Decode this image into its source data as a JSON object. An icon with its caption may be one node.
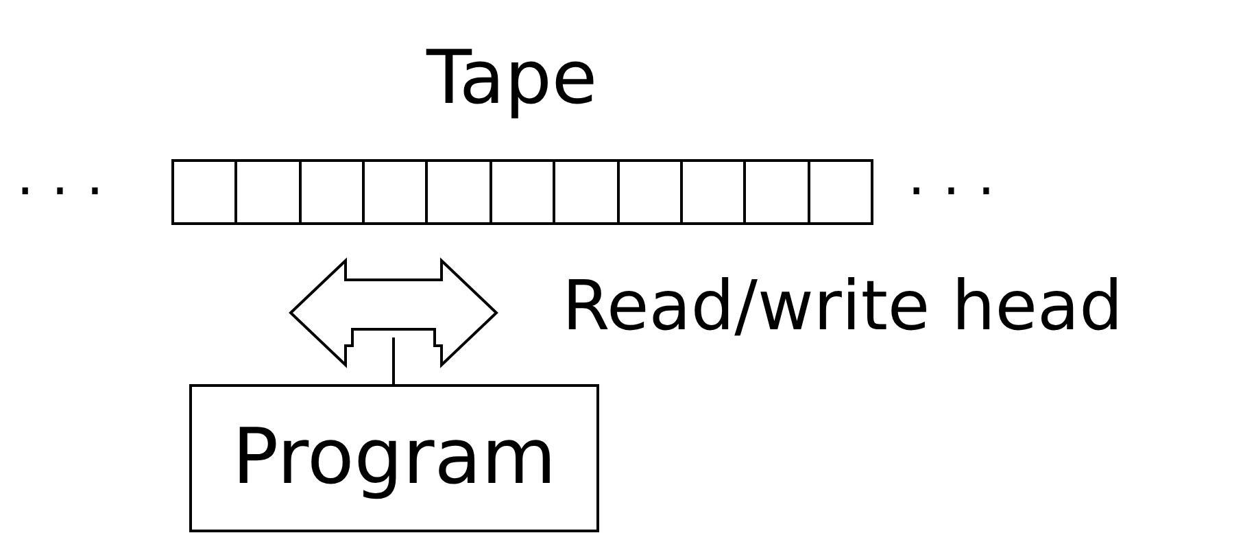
{
  "diagram": {
    "nodes": [
      {
        "text": [
          "Tape"
        ]
      },
      {
        "text": [],
        "shape": "picture",
        "beside": [
          "Read/write head"
        ]
      },
      {
        "text": [
          "Program"
        ]
      }
    ],
    "edges": [
      {
        "from": 1,
        "to": 2,
        "arrow": "none"
      }
    ],
    "labels": [
      "· · ·",
      "· · ·"
    ]
  }
}
